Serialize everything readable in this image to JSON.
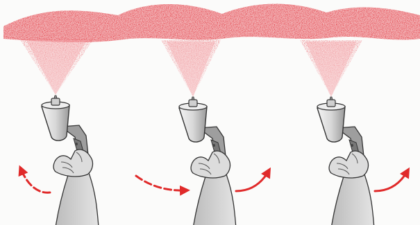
{
  "colors": {
    "paint": "#e2303a",
    "paint_light": "#f3a6aa",
    "arrow": "#e02a2a",
    "background": "#fbfbfa",
    "sleeve": "#cfcfcf",
    "skin": "#d9d9d9",
    "cup": "#e6e6e6",
    "outline": "#333333"
  },
  "icons": {
    "spray_guns": [
      "spray-gun-icon",
      "spray-gun-icon",
      "spray-gun-icon"
    ],
    "arrows": [
      "curved-arrow-up-left",
      "dashed-arrow-right",
      "curved-arrow-up-right",
      "curved-arrow-up-right"
    ]
  }
}
